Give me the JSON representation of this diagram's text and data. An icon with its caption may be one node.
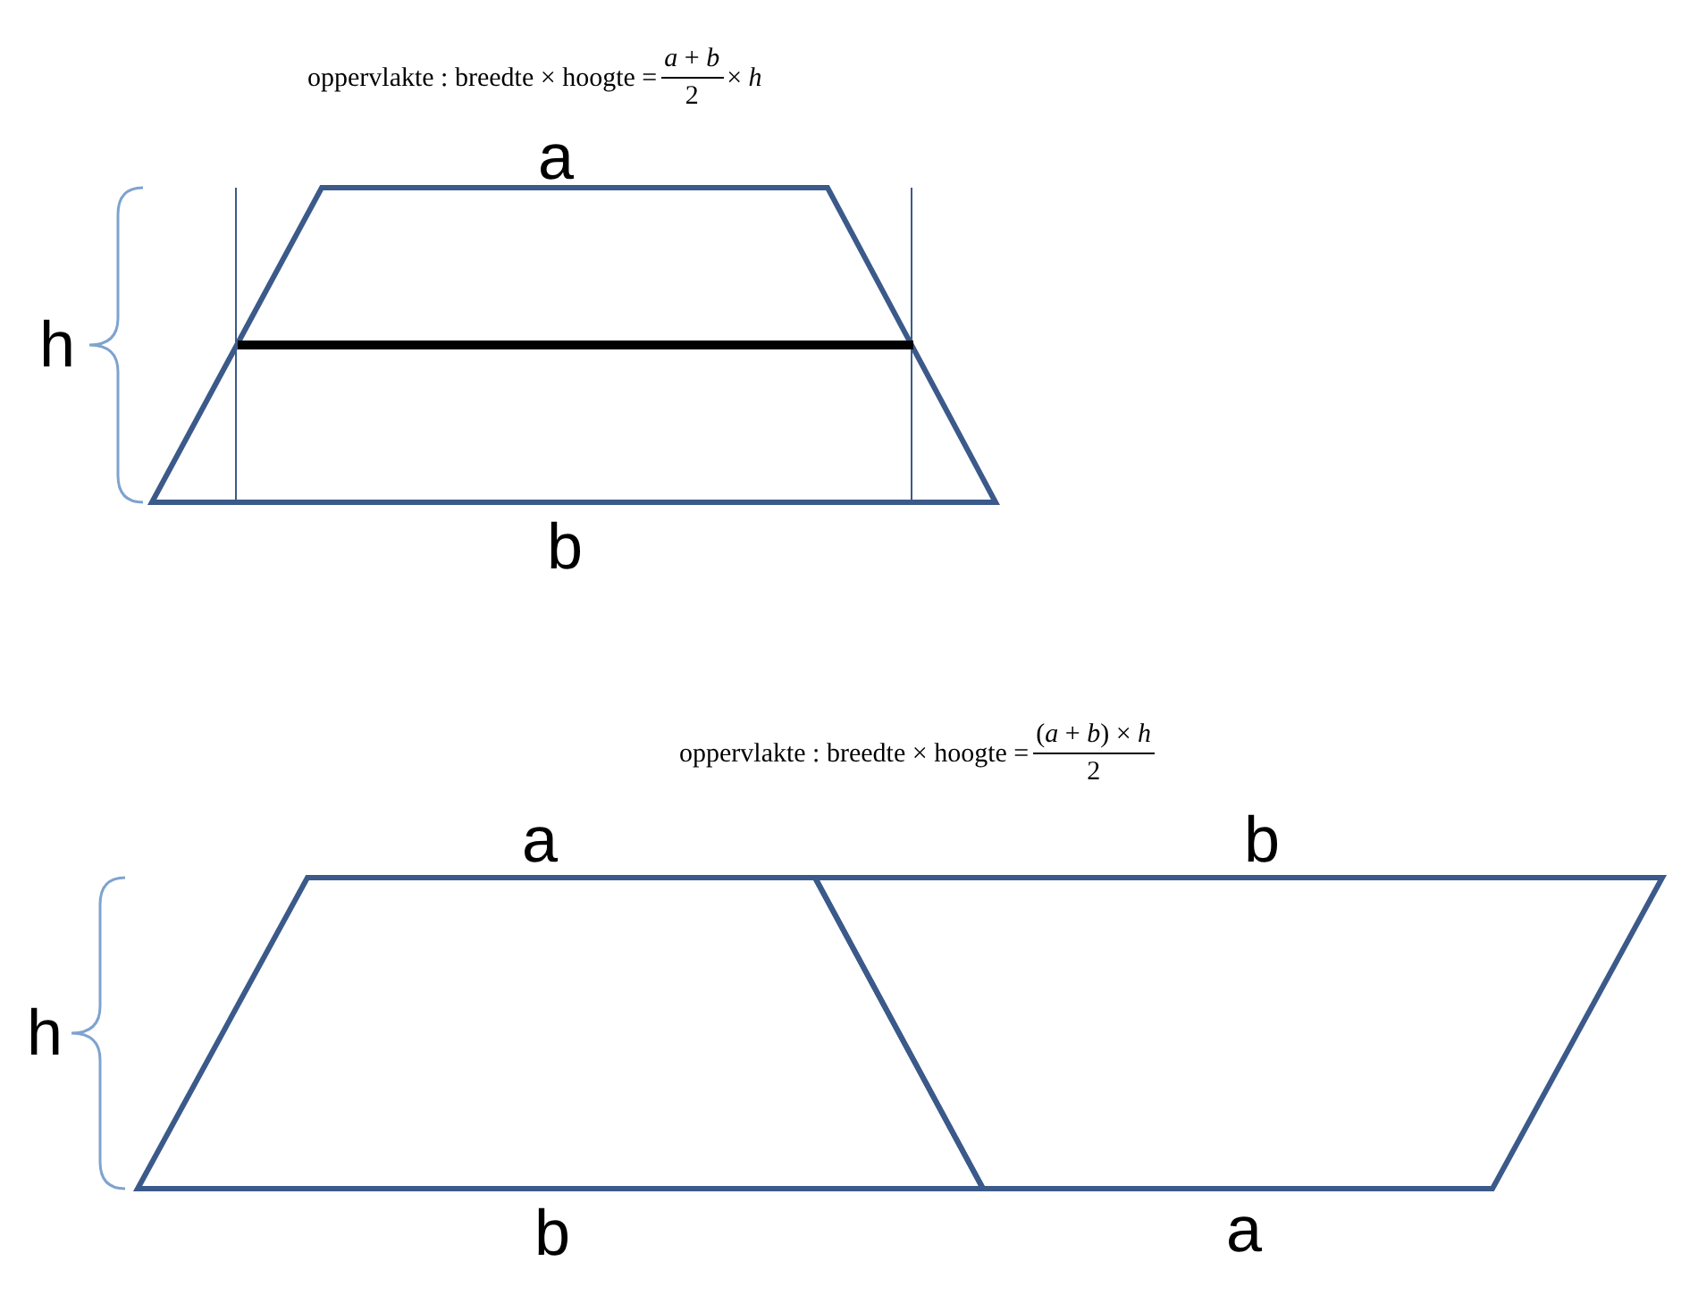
{
  "diagram": {
    "labels": [
      "oppervlakte : breedte × hoogte =",
      "*a* + *b*",
      "2",
      "× *h*",
      "a",
      "h",
      "b",
      "oppervlakte : breedte × hoogte =",
      "(*a* + *b*) × *h*",
      "2",
      "a",
      "b",
      "h",
      "b",
      "a"
    ]
  }
}
